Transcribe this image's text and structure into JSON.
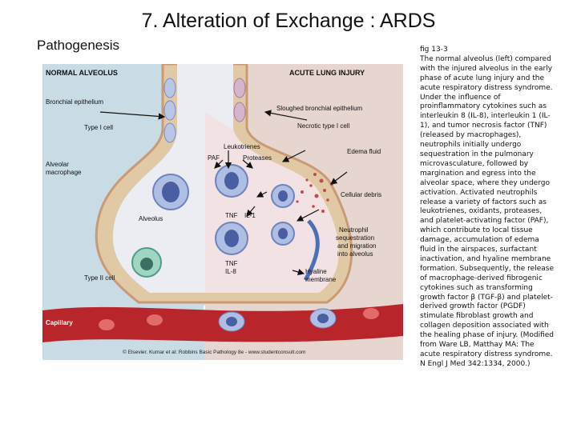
{
  "slide": {
    "title": "7. Alteration of Exchange : ARDS",
    "subtitle": "Pathogenesis"
  },
  "figure": {
    "left_panel_title": "NORMAL ALVEOLUS",
    "right_panel_title": "ACUTE LUNG INJURY",
    "labels": {
      "bronchial_epithelium": "Bronchial epithelium",
      "type1_cell": "Type I cell",
      "alveolar_macrophage_1": "Alveolar",
      "alveolar_macrophage_2": "macrophage",
      "alveolus": "Alveolus",
      "type2_cell": "Type II cell",
      "capillary": "Capillary",
      "sloughed_epithelium": "Sloughed bronchial epithelium",
      "necrotic_type1": "Necrotic type I cell",
      "leukotrienes": "Leukotrienes",
      "paf": "PAF",
      "proteases": "Proteases",
      "edema_fluid": "Edema fluid",
      "cellular_debris": "Cellular debris",
      "tnf": "TNF",
      "il1": "IL-1",
      "tnf2": "TNF",
      "il8": "IL-8",
      "neutrophil_1": "Neutrophil",
      "neutrophil_2": "sequestration",
      "neutrophil_3": "and migration",
      "neutrophil_4": "into alveolus",
      "hyaline_1": "Hyaline",
      "hyaline_2": "membrane"
    },
    "copyright": "© Elsevier. Kumar et al: Robbins Basic Pathology 8e - www.studentconsult.com"
  },
  "caption": {
    "heading": "fig 13-3",
    "text": "The normal alveolus (left) compared with the injured alveolus in the early phase of acute lung injury and the acute respiratory distress syndrome. Under the influence of proinflammatory cytokines such as interleukin 8 (IL-8), interleukin 1 (IL-1), and tumor necrosis factor (TNF) (released by macrophages), neutrophils initially undergo sequestration in the pulmonary microvasculature, followed by margination and egress into the alveolar space, where they undergo activation. Activated neutrophils release a variety of factors such as leukotrienes, oxidants, proteases, and platelet-activating factor (PAF), which contribute to local tissue damage, accumulation of edema fluid in the airspaces, surfactant inactivation, and hyaline membrane formation. Subsequently, the release of macrophage-derived fibrogenic cytokines such as transforming growth factor β (TGF-β) and platelet-derived growth factor (PGDF) stimulate fibroblast growth and collagen deposition associated with the healing phase of injury. (Modified from Ware LB, Matthay MA: The acute respiratory distress syndrome. N Engl J Med 342:1334, 2000.)"
  }
}
